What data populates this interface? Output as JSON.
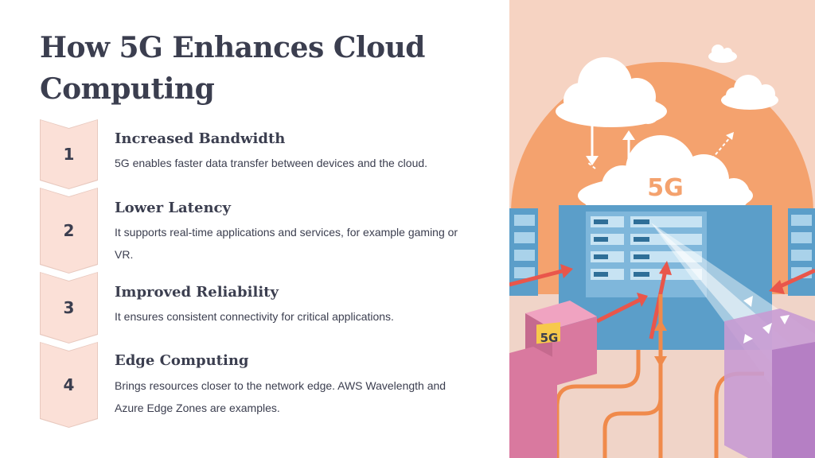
{
  "title": "How 5G Enhances Cloud Computing",
  "steps": [
    {
      "number": "1",
      "heading": "Increased Bandwidth",
      "description": "5G enables faster data transfer between devices and the cloud."
    },
    {
      "number": "2",
      "heading": "Lower Latency",
      "description": "It supports real-time applications and services, for example gaming or VR."
    },
    {
      "number": "3",
      "heading": "Improved Reliability",
      "description": "It ensures consistent connectivity for critical applications."
    },
    {
      "number": "4",
      "heading": "Edge Computing",
      "description": "Brings resources closer to the network edge. AWS Wavelength and Azure Edge Zones are examples."
    }
  ],
  "illustration": {
    "cloud_label": "5G",
    "device_label": "5G"
  },
  "colors": {
    "heading": "#3b3e4f",
    "chevron_fill": "#fbe0d7",
    "sun_orange": "#f4a26e",
    "server_blue": "#5b9ec9",
    "arrow_red": "#e9564b",
    "cable_orange": "#f08a4b",
    "device_pink": "#d9799f"
  }
}
